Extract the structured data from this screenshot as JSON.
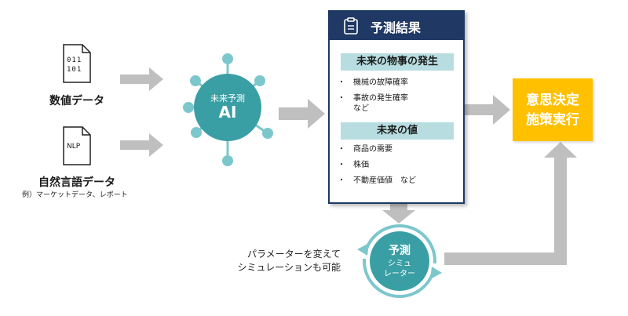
{
  "inputs": {
    "numeric": {
      "icon_text_line1": "011",
      "icon_text_line2": "101",
      "label": "数値データ"
    },
    "text": {
      "icon_text": "NLP",
      "label": "自然言語データ",
      "example": "例）マーケットデータ、レポート"
    }
  },
  "ai": {
    "line1": "未来予測",
    "line2": "AI"
  },
  "results": {
    "title": "予測結果",
    "sections": [
      {
        "heading": "未来の物事の発生",
        "items": [
          "機械の故障確率",
          "事故の発生確率",
          "など"
        ]
      },
      {
        "heading": "未来の値",
        "items": [
          "商品の需要",
          "株価",
          "不動産価値　など"
        ]
      }
    ]
  },
  "decision": {
    "line1": "意思決定",
    "line2": "施策実行"
  },
  "simulator": {
    "line1": "予測",
    "line2": "シミュ",
    "line3": "レーター"
  },
  "parameter_note": {
    "line1": "パラメーターを変えて",
    "line2": "シミュレーションも可能"
  },
  "colors": {
    "teal": "#3a9fa5",
    "teal_light": "#7cc7cc",
    "navy": "#1f3864",
    "section_bg": "#b7dde1",
    "gold": "#ffc000",
    "arrow_gray": "#bfbfbf"
  }
}
